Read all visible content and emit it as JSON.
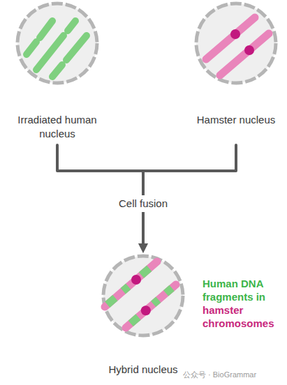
{
  "diagram": {
    "nodes": [
      {
        "text": [
          "Irradiated human nucleus"
        ]
      },
      {
        "text": [
          "Hamster nucleus"
        ]
      },
      {
        "text": [
          "Hybrid nucleus"
        ]
      }
    ],
    "edges": [
      {
        "from": 0,
        "to": 2,
        "arrow": "to",
        "label": "Cell fusion"
      },
      {
        "from": 1,
        "to": 2,
        "arrow": "to"
      }
    ],
    "labels": [
      "Human DNA fragments in",
      "hamster chromosomes",
      "公众号 · BioGrammar"
    ]
  }
}
